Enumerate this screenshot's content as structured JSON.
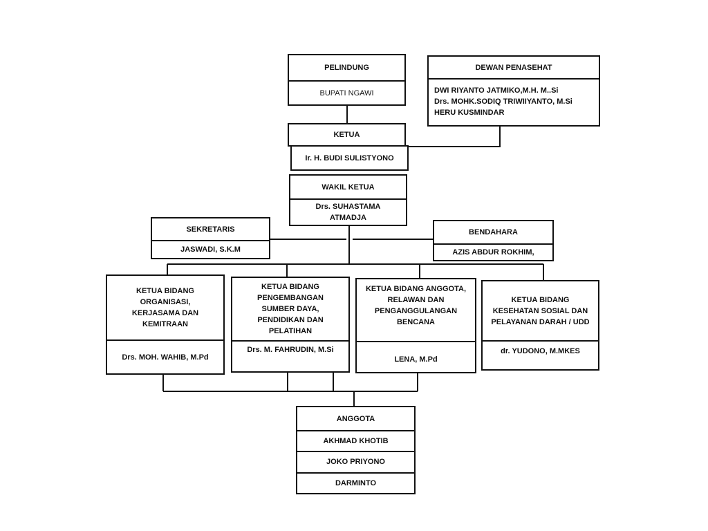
{
  "pelindung": {
    "title": "PELINDUNG",
    "name": "BUPATI NGAWI"
  },
  "dewan_penasehat": {
    "title": "DEWAN PENASEHAT",
    "members": [
      "DWI RIYANTO JATMIKO,M.H. M..Si",
      "Drs. MOHK.SODIQ TRIWIIYANTO, M.Si",
      "HERU KUSMINDAR"
    ]
  },
  "ketua": {
    "title": "KETUA",
    "name": "Ir. H. BUDI SULISTYONO"
  },
  "wakil_ketua": {
    "title": "WAKIL KETUA",
    "name": "Drs. SUHASTAMA ATMADJA"
  },
  "sekretaris": {
    "title": "SEKRETARIS",
    "name": "JASWADI, S.K.M"
  },
  "bendahara": {
    "title": "BENDAHARA",
    "name": "AZIS ABDUR ROKHIM,"
  },
  "bidang": [
    {
      "title": "KETUA BIDANG ORGANISASI, KERJASAMA DAN KEMITRAAN",
      "name": "Drs. MOH. WAHIB, M.Pd"
    },
    {
      "title": "KETUA BIDANG PENGEMBANGAN SUMBER DAYA, PENDIDIKAN DAN PELATIHAN",
      "name": "Drs. M. FAHRUDIN, M.Si"
    },
    {
      "title": "KETUA BIDANG ANGGOTA, RELAWAN DAN PENGANGGULANGAN BENCANA",
      "name": "LENA, M.Pd"
    },
    {
      "title": "KETUA BIDANG KESEHATAN SOSIAL DAN PELAYANAN DARAH / UDD",
      "name": "dr. YUDONO, M.MKES"
    }
  ],
  "anggota": {
    "title": "ANGGOTA",
    "members": [
      "AKHMAD KHOTIB",
      "JOKO PRIYONO",
      "DARMINTO"
    ]
  }
}
